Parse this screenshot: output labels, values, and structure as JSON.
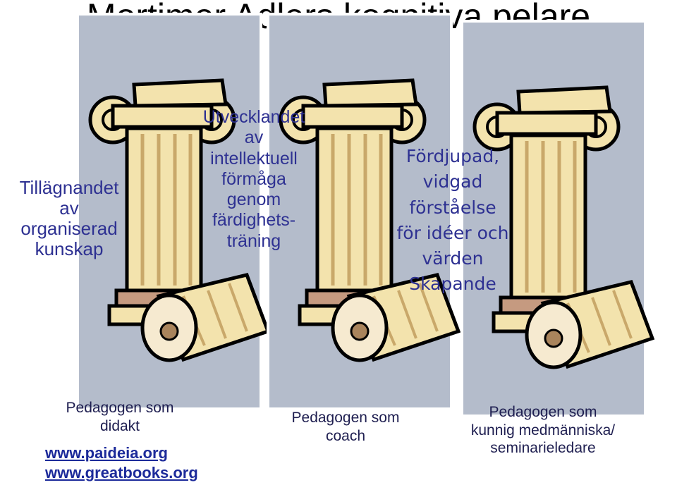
{
  "slide": {
    "title": "Mortimer Adlers kognitiva pelare"
  },
  "pillars": [
    {
      "lines": [
        "Tillägnandet",
        "av",
        "organiserad",
        "kunskap"
      ]
    },
    {
      "lines": [
        "Utvecklandet",
        "av",
        "intellektuell",
        "förmåga",
        "genom",
        "färdighets-",
        "träning"
      ]
    },
    {
      "lines": [
        "Fördjupad,",
        "vidgad",
        "förståelse",
        "för idéer och",
        "värden",
        "Skapande"
      ]
    }
  ],
  "teachers": [
    {
      "lines": [
        "Pedagogen som",
        "didakt"
      ]
    },
    {
      "lines": [
        "Pedagogen som",
        "coach"
      ]
    },
    {
      "lines": [
        "Pedagogen som",
        "kunnig medmänniska/",
        "seminarieledare"
      ]
    }
  ],
  "links": [
    "www.paideia.org",
    "www.greatbooks.org"
  ],
  "colors": {
    "pillar_text": "#2e3192",
    "teacher_text": "#1e1e50",
    "link": "#1c2a9a",
    "shadow_panel": "#b4bccb",
    "column_body": "#f3e3ad",
    "column_flute": "#c9a86a",
    "base": "#c59a80",
    "outline": "#000000"
  }
}
